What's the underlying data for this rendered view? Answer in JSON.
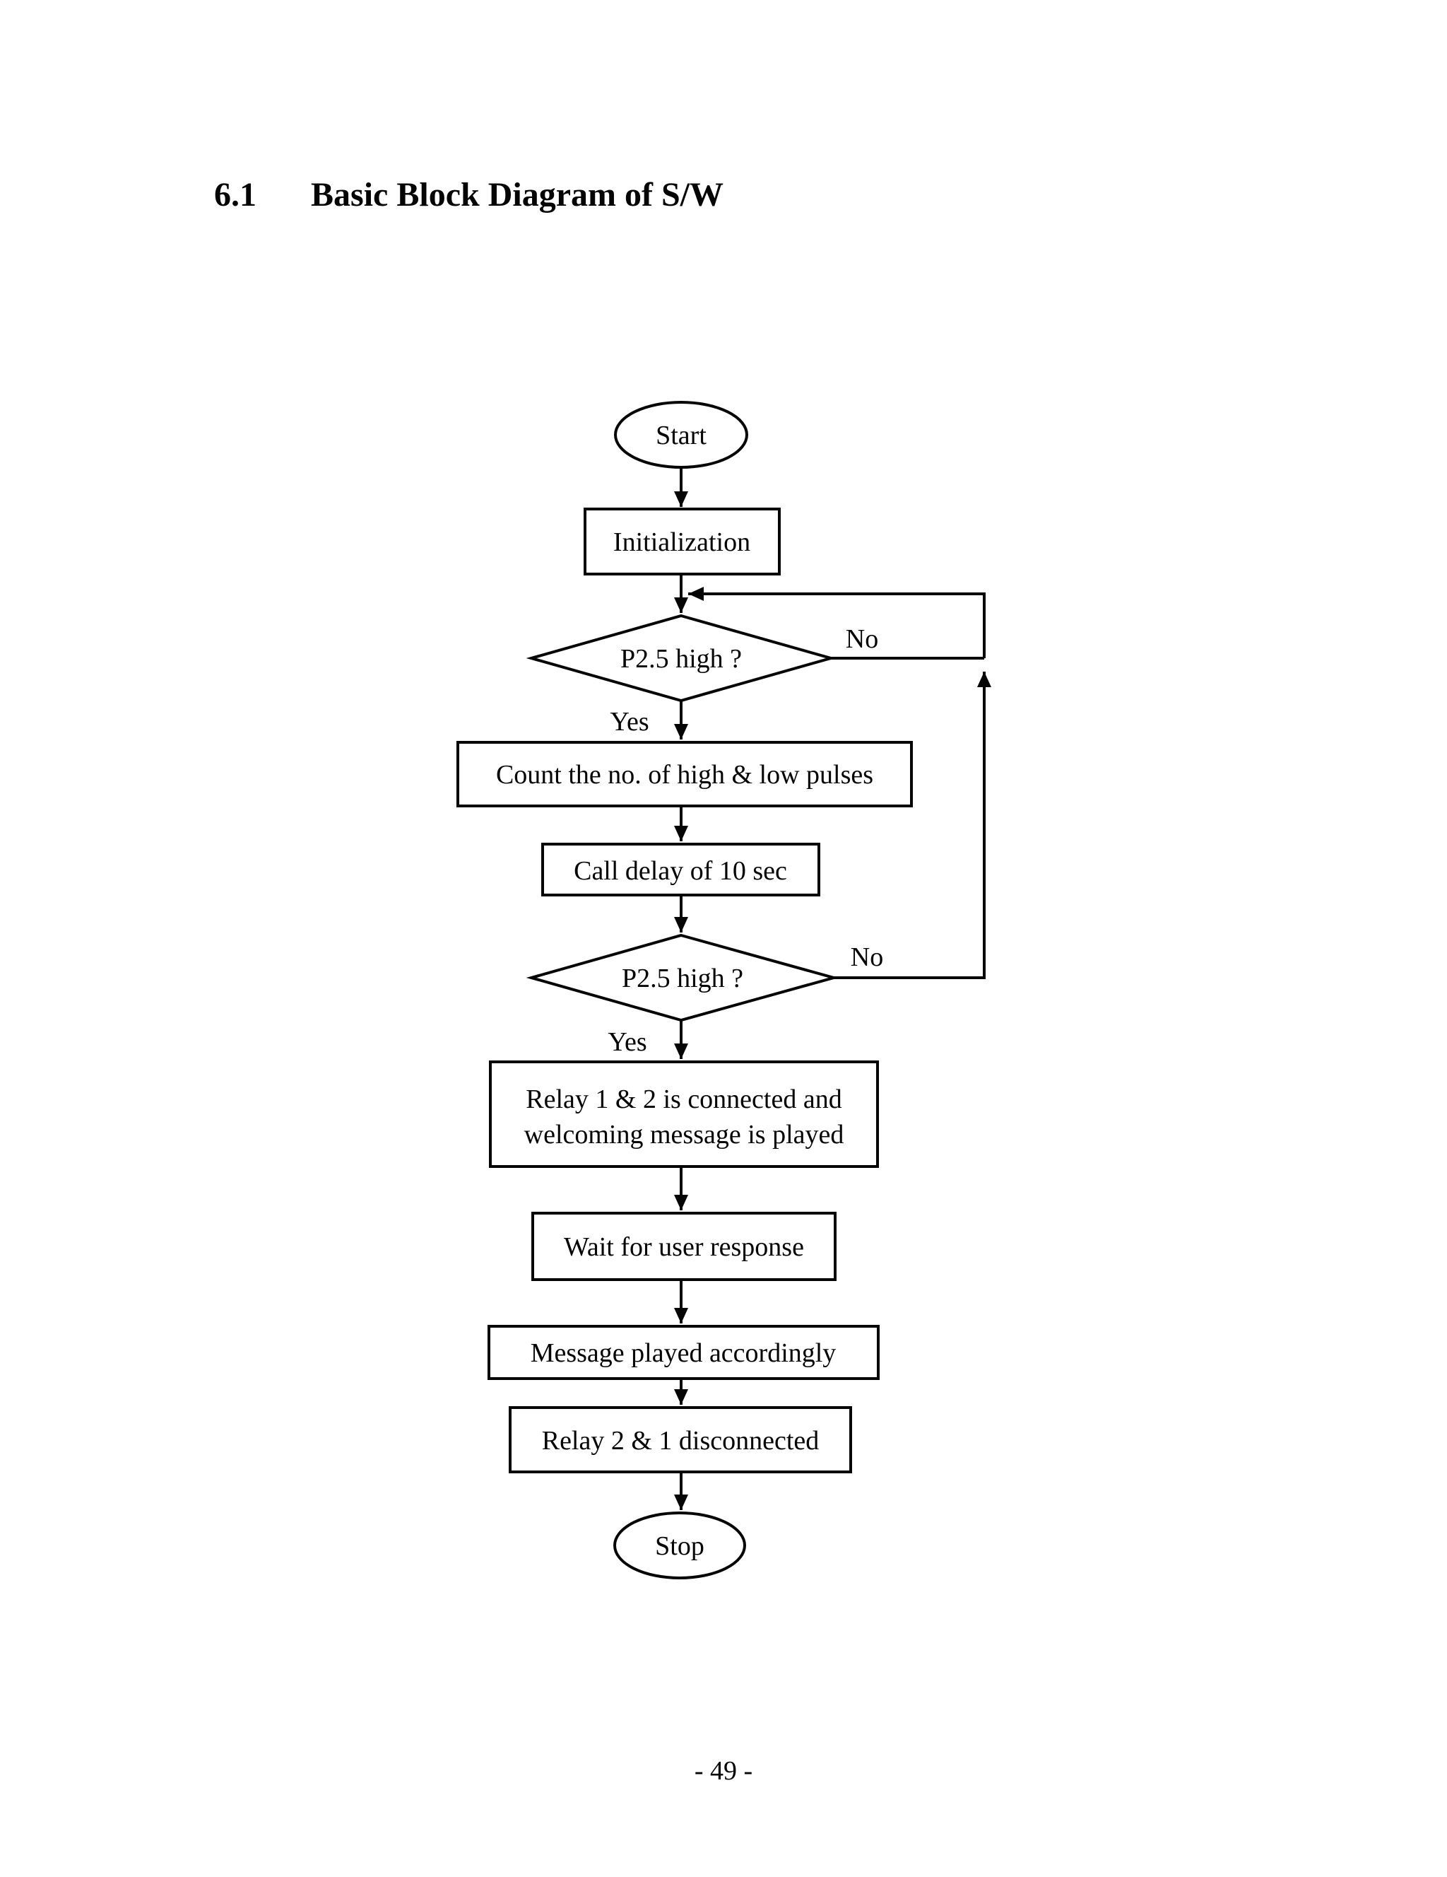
{
  "heading": {
    "number": "6.1",
    "title": "Basic Block Diagram of S/W"
  },
  "flowchart": {
    "nodes": {
      "start": {
        "type": "terminator",
        "label": "Start"
      },
      "initialization": {
        "type": "process",
        "label": "Initialization"
      },
      "decision1": {
        "type": "decision",
        "label": "P2.5 high ?"
      },
      "count_pulses": {
        "type": "process",
        "label": "Count the no. of high & low pulses"
      },
      "call_delay": {
        "type": "process",
        "label": "Call delay of 10 sec"
      },
      "decision2": {
        "type": "decision",
        "label": "P2.5 high ?"
      },
      "relay_connect": {
        "type": "process",
        "label_line1": "Relay 1 & 2 is connected and",
        "label_line2": "welcoming message is played"
      },
      "wait_response": {
        "type": "process",
        "label": "Wait for user response"
      },
      "message_played": {
        "type": "process",
        "label": "Message played accordingly"
      },
      "relay_disconnect": {
        "type": "process",
        "label": "Relay 2 & 1 disconnected"
      },
      "stop": {
        "type": "terminator",
        "label": "Stop"
      }
    },
    "edge_labels": {
      "decision1_no": "No",
      "decision1_yes": "Yes",
      "decision2_no": "No",
      "decision2_yes": "Yes"
    }
  },
  "footer": {
    "page_number": "- 49 -"
  },
  "colors": {
    "ink": "#050505",
    "background": "#ffffff"
  }
}
